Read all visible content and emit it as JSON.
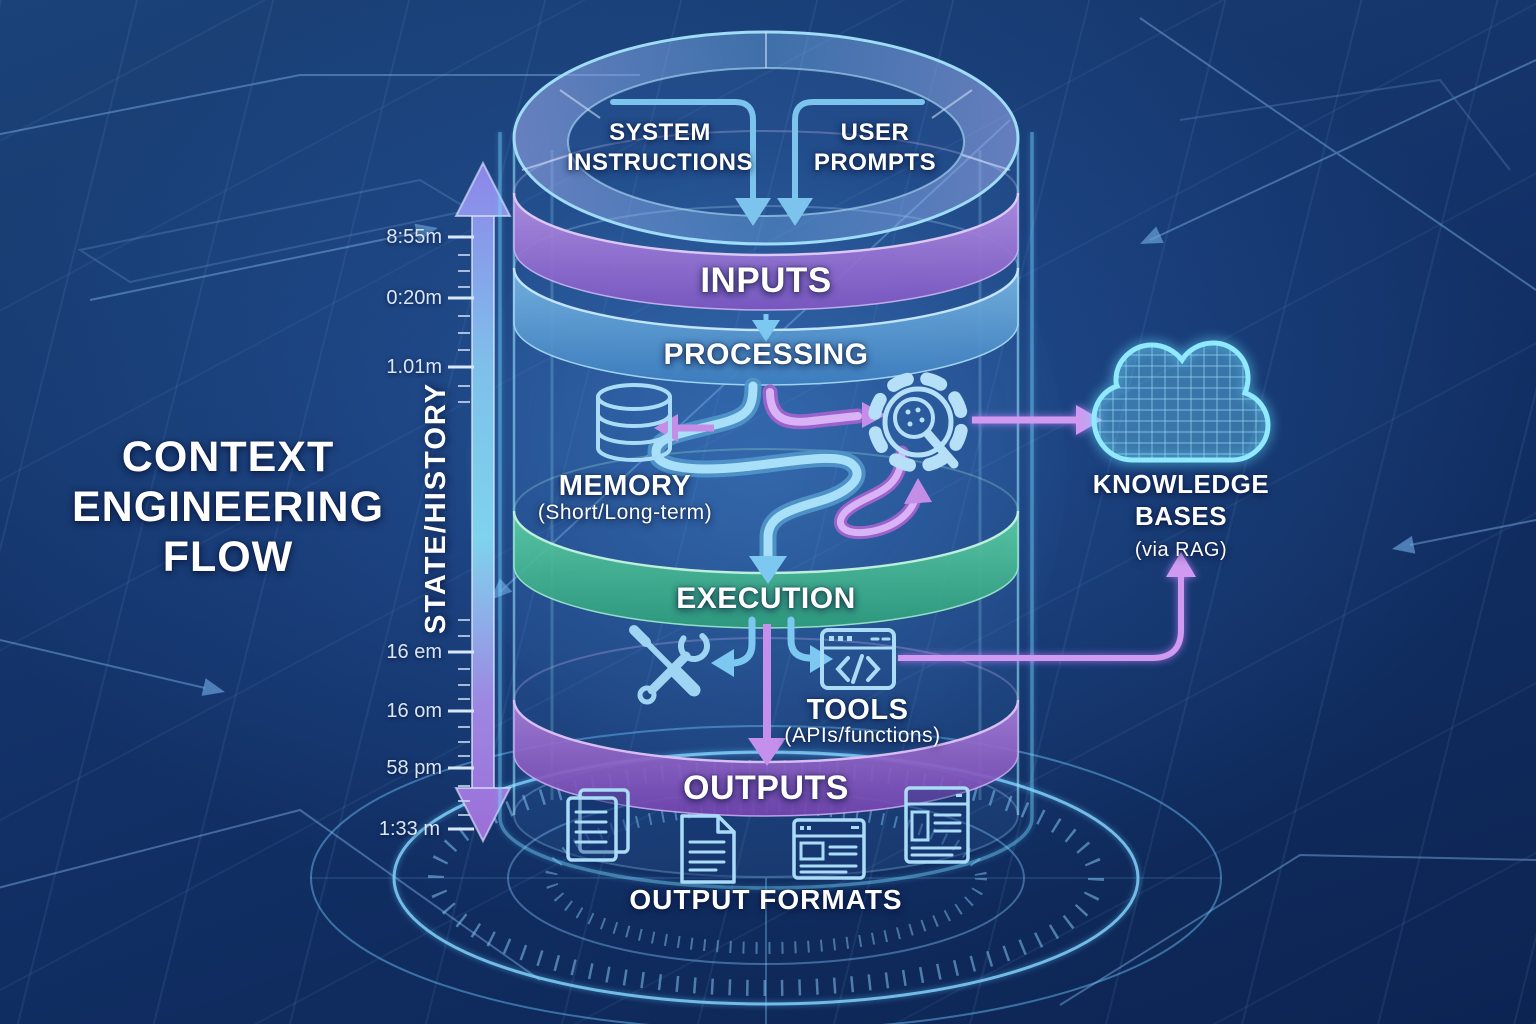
{
  "title": {
    "l1": "CONTEXT",
    "l2": "ENGINEERING",
    "l3": "FLOW"
  },
  "axis": {
    "label": "STATE/HISTORY",
    "ticks": {
      "t1": "8:55m",
      "t2": "0:20m",
      "t3": "1.01m",
      "t4": "16 em",
      "t5": "16 om",
      "t6": "58 pm",
      "t7": "1:33 m"
    }
  },
  "top_inputs": {
    "system_l1": "SYSTEM",
    "system_l2": "INSTRUCTIONS",
    "user_l1": "USER",
    "user_l2": "PROMPTS"
  },
  "bands": {
    "inputs": "INPUTS",
    "processing": "PROCESSING",
    "execution": "EXECUTION",
    "outputs": "OUTPUTS"
  },
  "memory": {
    "label": "MEMORY",
    "sub": "(Short/Long-term)"
  },
  "tools": {
    "label": "TOOLS",
    "sub": "(APIs/functions)"
  },
  "knowledge": {
    "l1": "KNOWLEDGE",
    "l2": "BASES",
    "sub": "(via RAG)"
  },
  "output_formats": {
    "label": "OUTPUT FORMATS"
  },
  "icons": {
    "memory": "database-icon",
    "processing": "gear-magnifier-icon",
    "knowledge": "cloud-grid-icon",
    "execution_tools": "crossed-tools-icon",
    "tools_api": "code-window-icon",
    "output_pages": "pages-stack-icon",
    "output_document": "document-icon",
    "output_webpage": "webpage-icon",
    "output_webpage_alt": "webpage-columns-icon"
  },
  "colors": {
    "background": "#123266",
    "band_inputs": "#9b79d2",
    "band_processing": "#5aa6da",
    "band_execution": "#45b894",
    "band_outputs": "#9468cc",
    "arrow_blue": "#7cc8f0",
    "arrow_purple": "#c48ee8",
    "glow_cyan": "#7fe3ff",
    "text": "#ffffff"
  }
}
